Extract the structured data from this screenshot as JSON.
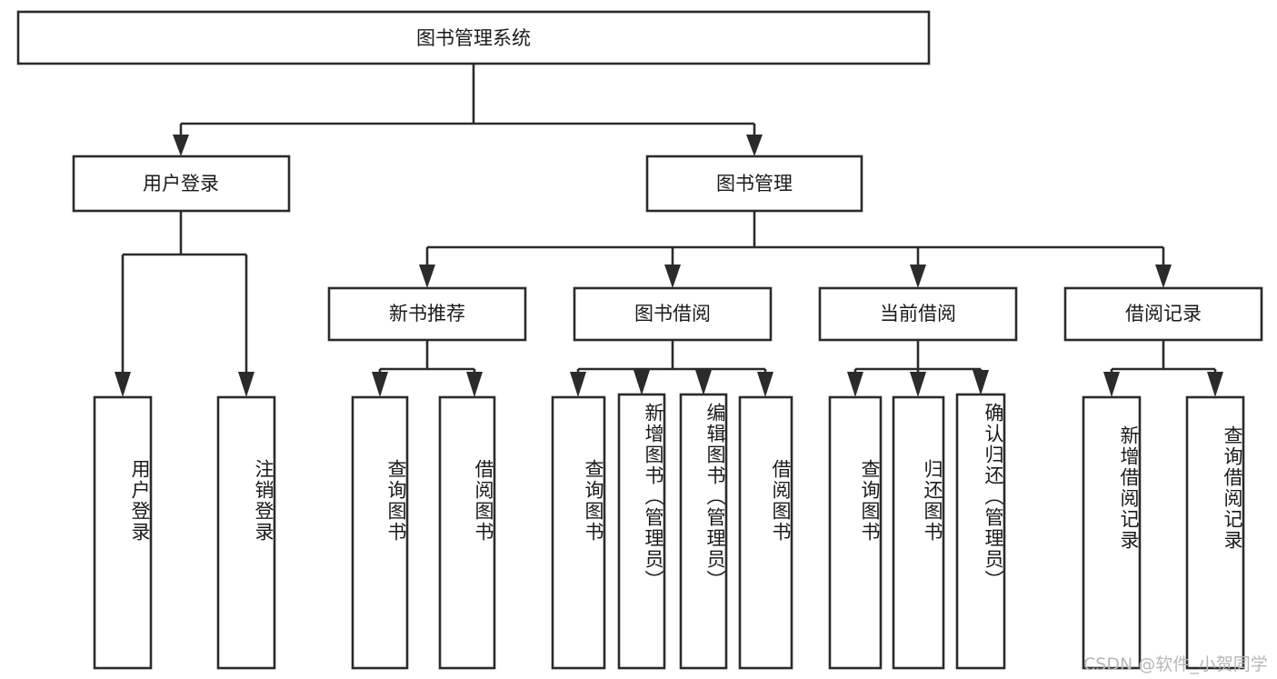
{
  "diagram": {
    "title_node": {
      "label": "图书管理系统"
    },
    "level2": [
      {
        "id": "user-login",
        "label": "用户登录"
      },
      {
        "id": "book-manage",
        "label": "图书管理"
      }
    ],
    "level3": [
      {
        "id": "new-book-recommend",
        "label": "新书推荐"
      },
      {
        "id": "book-borrow",
        "label": "图书借阅"
      },
      {
        "id": "current-borrow",
        "label": "当前借阅"
      },
      {
        "id": "borrow-record",
        "label": "借阅记录"
      }
    ],
    "leaves": [
      {
        "id": "leaf-user-login",
        "label": "用户登录",
        "parent": "user-login"
      },
      {
        "id": "leaf-user-logout",
        "label": "注销登录",
        "parent": "user-login"
      },
      {
        "id": "leaf-query-book-1",
        "label": "查询图书",
        "parent": "new-book-recommend"
      },
      {
        "id": "leaf-borrow-book-1",
        "label": "借阅图书",
        "parent": "new-book-recommend"
      },
      {
        "id": "leaf-query-book-2",
        "label": "查询图书",
        "parent": "book-borrow"
      },
      {
        "id": "leaf-add-book",
        "label": "新增图书（管理员）",
        "parent": "book-borrow"
      },
      {
        "id": "leaf-edit-book",
        "label": "编辑图书（管理员）",
        "parent": "book-borrow"
      },
      {
        "id": "leaf-borrow-book-2",
        "label": "借阅图书",
        "parent": "book-borrow"
      },
      {
        "id": "leaf-query-book-3",
        "label": "查询图书",
        "parent": "current-borrow"
      },
      {
        "id": "leaf-return-book",
        "label": "归还图书",
        "parent": "current-borrow"
      },
      {
        "id": "leaf-confirm-return",
        "label": "确认归还（管理员）",
        "parent": "current-borrow"
      },
      {
        "id": "leaf-add-record",
        "label": "新增借阅记录",
        "parent": "borrow-record"
      },
      {
        "id": "leaf-query-record",
        "label": "查询借阅记录",
        "parent": "borrow-record"
      }
    ],
    "colors": {
      "box_stroke": "#2b2b2b",
      "box_fill": "#ffffff",
      "text": "#1a1a1a",
      "watermark": "#b8b8b8"
    }
  },
  "watermark": {
    "text": "CSDN @软件_小贺同学"
  }
}
